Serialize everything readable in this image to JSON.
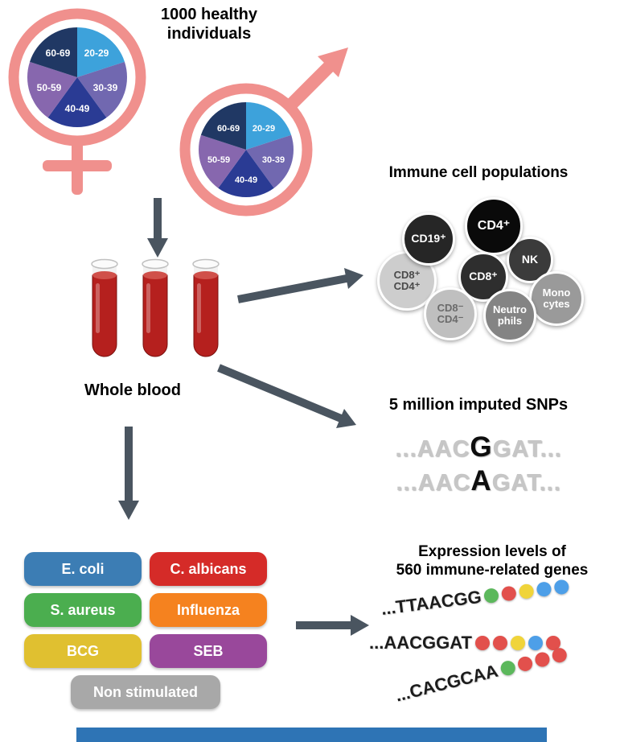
{
  "header": {
    "title": "1000 healthy\nindividuals"
  },
  "demographics": {
    "symbol_color": "#F0908D",
    "groups": [
      {
        "label": "20-29",
        "color": "#3DA2DB"
      },
      {
        "label": "30-39",
        "color": "#7168B0"
      },
      {
        "label": "40-49",
        "color": "#2A3B94"
      },
      {
        "label": "50-59",
        "color": "#8767AE"
      },
      {
        "label": "60-69",
        "color": "#203864"
      }
    ]
  },
  "blood": {
    "label": "Whole blood",
    "color": "#B5201E"
  },
  "immune": {
    "title": "Immune cell populations",
    "cells": [
      {
        "label": "CD8⁺\nCD4⁺",
        "bg": "#CDCDCD",
        "fg": "#4A4A4A"
      },
      {
        "label": "CD19⁺",
        "bg": "#262626",
        "fg": "#FFFFFF"
      },
      {
        "label": "NK",
        "bg": "#3B3B3B",
        "fg": "#FFFFFF"
      },
      {
        "label": "CD4⁺",
        "bg": "#0A0A0A",
        "fg": "#FFFFFF"
      },
      {
        "label": "Mono\ncytes",
        "bg": "#9A9A9A",
        "fg": "#FFFFFF"
      },
      {
        "label": "CD8⁺",
        "bg": "#2E2E2E",
        "fg": "#FFFFFF"
      },
      {
        "label": "CD8⁻\nCD4⁻",
        "bg": "#BFBFBF",
        "fg": "#6B6B6B"
      },
      {
        "label": "Neutro\nphils",
        "bg": "#848484",
        "fg": "#FFFFFF"
      }
    ]
  },
  "snps": {
    "title": "5 million imputed SNPs",
    "lines": [
      {
        "pre": "...AAC",
        "snp": "G",
        "post": "GAT..."
      },
      {
        "pre": "...AAC",
        "snp": "A",
        "post": "GAT..."
      }
    ]
  },
  "stimulations": [
    {
      "label": "E. coli",
      "color": "#3C7DB4"
    },
    {
      "label": "C. albicans",
      "color": "#D52B28"
    },
    {
      "label": "S. aureus",
      "color": "#4BAE4F"
    },
    {
      "label": "Influenza",
      "color": "#F5821F"
    },
    {
      "label": "BCG",
      "color": "#E0C030"
    },
    {
      "label": "SEB",
      "color": "#99489B"
    },
    {
      "label": "Non stimulated",
      "color": "#A8A8A8"
    }
  ],
  "genes": {
    "title": "Expression levels of\n560 immune-related genes",
    "rows": [
      {
        "seq": "...TTAACGG",
        "dots": [
          "#5CB85C",
          "#E2504C",
          "#F0D43A",
          "#4D9FE8",
          "#4D9FE8"
        ]
      },
      {
        "seq": "...AACGGAT",
        "dots": [
          "#E2504C",
          "#E2504C",
          "#F0D43A",
          "#4D9FE8",
          "#E2504C"
        ]
      },
      {
        "seq": "...CACGCAA",
        "dots": [
          "#5CB85C",
          "#E2504C",
          "#E2504C",
          "#E2504C"
        ]
      }
    ]
  },
  "arrows": {
    "color": "#4A5560"
  },
  "footer_bar": {
    "color": "#2E74B5"
  }
}
